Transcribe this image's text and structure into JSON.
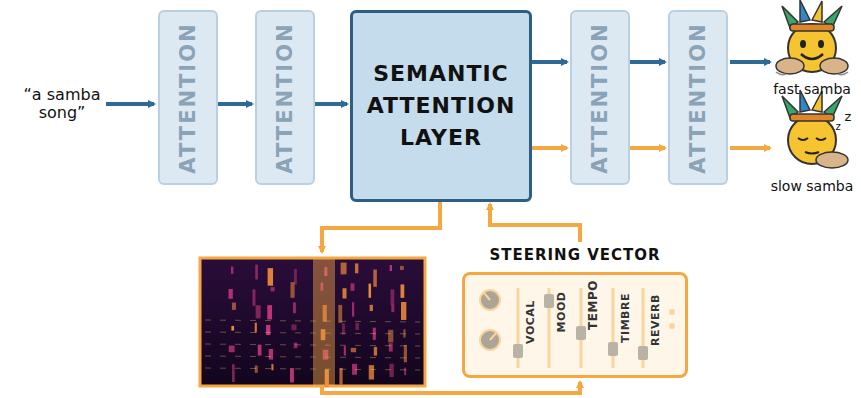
{
  "diagram": {
    "nodes": [
      {
        "text": [
          "ATTENTION"
        ]
      },
      {
        "text": [
          "ATTENTION"
        ]
      },
      {
        "text": [
          "SEMANTIC ATTENTION LAYER"
        ]
      },
      {
        "text": [
          "ATTENTION"
        ]
      },
      {
        "text": [
          "ATTENTION"
        ]
      },
      {
        "text": [
          "STEERING VECTOR"
        ]
      }
    ],
    "edges": [
      {
        "from": 0,
        "to": 1,
        "arrow": "to"
      },
      {
        "from": 1,
        "to": 2,
        "arrow": "to"
      },
      {
        "from": 2,
        "to": 3,
        "arrow": "to"
      },
      {
        "from": 2,
        "to": 3,
        "arrow": "to"
      },
      {
        "from": 3,
        "to": 4,
        "arrow": "to"
      },
      {
        "from": 3,
        "to": 4,
        "arrow": "to"
      },
      {
        "from": 5,
        "to": 2,
        "arrow": "to"
      }
    ],
    "labels": [
      "“a samba song”",
      "VOCAL",
      "MOOD",
      "TEMPO",
      "TIMBRE",
      "REVERB",
      "fast samba",
      "slow samba",
      "z",
      "z"
    ]
  }
}
